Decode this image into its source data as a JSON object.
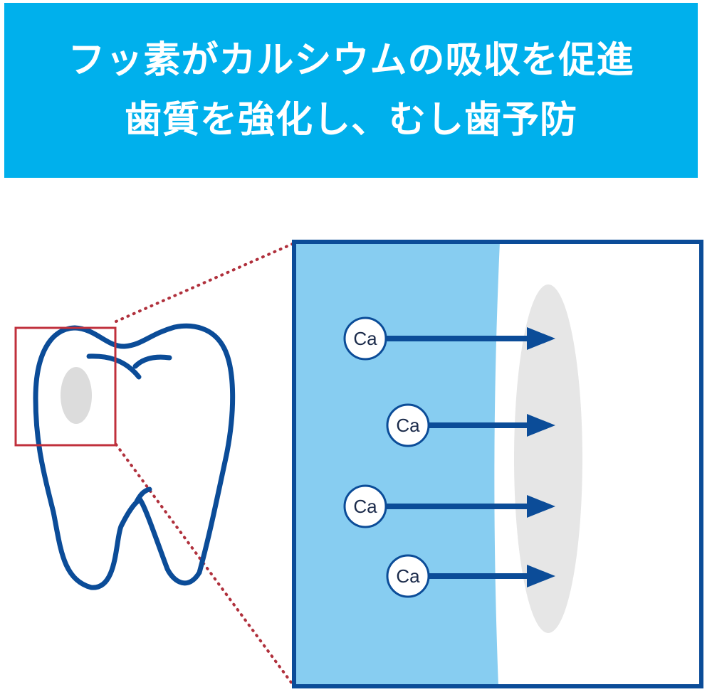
{
  "header": {
    "line1": "フッ素がカルシウムの吸収を促進",
    "line2": "歯質を強化し、むし歯予防"
  },
  "diagram": {
    "ion_label": "Ca",
    "ion_count": 4,
    "colors": {
      "banner": "#00b0ec",
      "outline": "#0b4c98",
      "enamel": "#87cdf1",
      "highlight_box": "#c0303c",
      "lesion": "#dcdcdc"
    }
  }
}
